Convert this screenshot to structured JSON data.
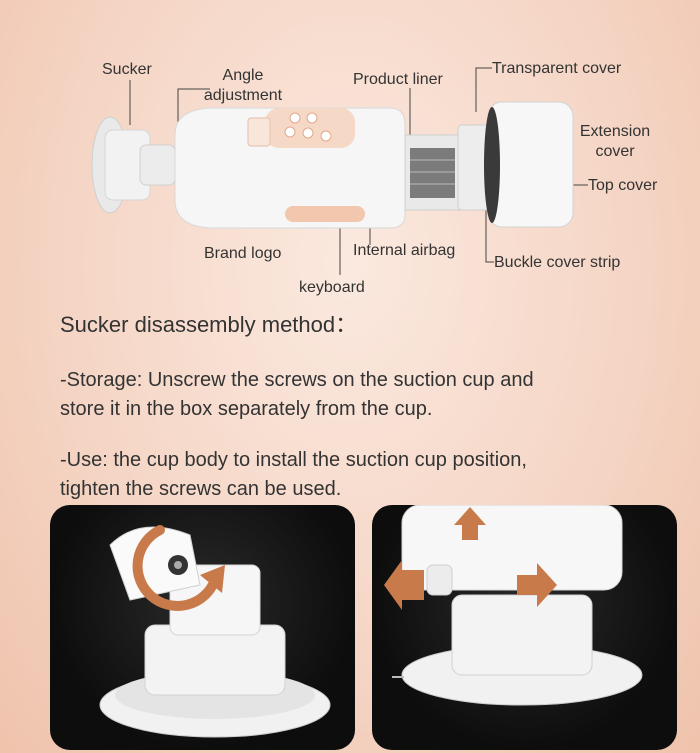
{
  "labels": {
    "sucker": "Sucker",
    "angle_adjustment_line1": "Angle",
    "angle_adjustment_line2": "adjustment",
    "product_liner": "Product liner",
    "transparent_cover": "Transparent cover",
    "extension_cover_line1": "Extension",
    "extension_cover_line2": "cover",
    "top_cover": "Top cover",
    "brand_logo": "Brand logo",
    "internal_airbag": "Internal airbag",
    "buckle_cover_strip": "Buckle cover strip",
    "keyboard": "keyboard"
  },
  "instructions": {
    "heading": "Sucker disassembly method：",
    "storage_line1": "-Storage: Unscrew the screws on the suction cup and",
    "storage_line2": "store it in the box separately from the cup.",
    "use_line1": "-Use: the cup body to install the suction cup position,",
    "use_line2": "tighten the screws can be used."
  },
  "colors": {
    "accent_arrow": "#c97a4a",
    "panel_bg": "#111111",
    "device_white": "#f4f4f4",
    "device_peach": "#f2c7ad"
  },
  "icons": {
    "rotate_arrow": "rotate-arrow-icon",
    "move_arrows": "move-arrows-icon"
  }
}
